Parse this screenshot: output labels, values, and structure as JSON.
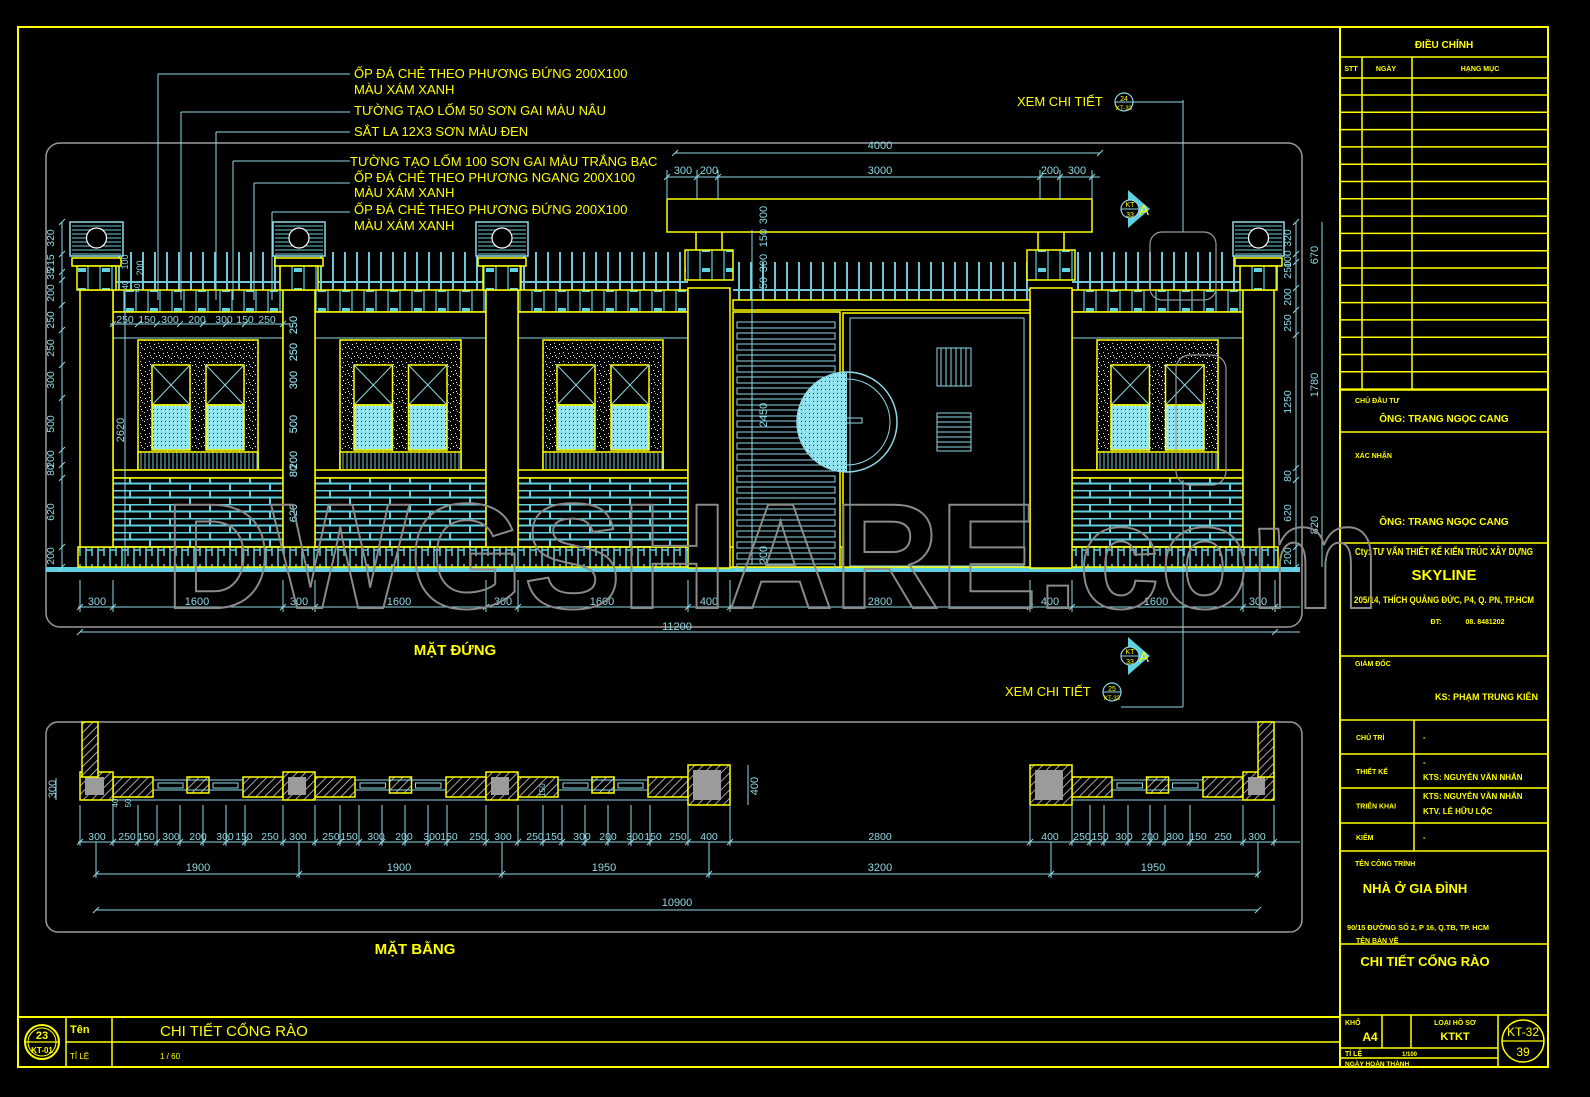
{
  "colors": {
    "background": "#000000",
    "frame": "#ffff00",
    "dimension": "#8fd9e6",
    "fill_cyan": "#5fd0e0",
    "outline_gray": "#9a9a9a"
  },
  "watermark": "DWGSHARE.com",
  "annotations": [
    "ỐP ĐÁ CHẺ THEO PHƯƠNG ĐỨNG 200X100",
    "MÀU XÁM XANH",
    "TƯỜNG TẠO LỐM 50 SƠN GAI MÀU NÂU",
    "SẮT LA 12X3 SƠN MÀU ĐEN",
    "TƯỜNG TẠO LỐM 100 SƠN GAI MÀU TRẮNG BẠC",
    "ỐP ĐÁ CHẺ THEO PHƯƠNG NGANG 200X100",
    "MÀU XÁM XANH",
    "ỐP ĐÁ CHẺ THEO PHƯƠNG ĐỨNG 200X100",
    "MÀU XÁM XANH"
  ],
  "callouts": [
    {
      "label": "XEM CHI TIẾT",
      "num": "24",
      "sheet": "KT-33"
    },
    {
      "label": "XEM CHI TIẾT",
      "num": "25",
      "sheet": "KT-33"
    }
  ],
  "section_marker": {
    "top": "KT",
    "bottom": "33",
    "letter": "A"
  },
  "elevation": {
    "title": "MẶT ĐỨNG",
    "gate_total": "4000",
    "gate_top_dims": [
      "300",
      "200",
      "3000",
      "200",
      "300"
    ],
    "gate_vertical_dims": [
      "300",
      "150",
      "300",
      "50",
      "2450",
      "200"
    ],
    "left_vertical_dims": [
      "320",
      "215",
      "35",
      "200",
      "250",
      "250",
      "300",
      "500",
      "200",
      "80",
      "620",
      "200"
    ],
    "left_overall": "2620",
    "left_small_dims": [
      "100",
      "200",
      "40",
      "40"
    ],
    "inner_vertical_dims": [
      "250",
      "250",
      "300",
      "500",
      "200",
      "80",
      "620"
    ],
    "panel_dims": [
      "250",
      "150",
      "300",
      "200",
      "300",
      "150",
      "250"
    ],
    "right_vertical_dims": [
      "320",
      "100",
      "250",
      "200",
      "250",
      "1250",
      "80",
      "620",
      "200"
    ],
    "right_overall_dims": [
      "670",
      "1780",
      "820"
    ],
    "bottom_dims": [
      "300",
      "1600",
      "300",
      "1600",
      "300",
      "1600",
      "400",
      "2800",
      "400",
      "1600",
      "300"
    ],
    "total": "11200"
  },
  "plan": {
    "title": "MẶT BẰNG",
    "depth_dims": [
      "300",
      "400"
    ],
    "small_dims": [
      "40",
      "50",
      "150"
    ],
    "segment_dims": [
      "300",
      "250",
      "150",
      "300",
      "200",
      "300",
      "150",
      "250",
      "300",
      "250",
      "150",
      "300",
      "200",
      "300",
      "150",
      "250",
      "300",
      "250",
      "150",
      "300",
      "200",
      "300",
      "150",
      "250",
      "400",
      "2800",
      "400",
      "250",
      "150",
      "300",
      "200",
      "300",
      "150",
      "250",
      "300"
    ],
    "axis_dims": [
      "1900",
      "1900",
      "1950",
      "3200",
      "1950"
    ],
    "total": "10900"
  },
  "title_block": {
    "revision_header": "ĐIỀU CHỈNH",
    "revision_cols": [
      "STT",
      "NGÀY",
      "HẠNG MỤC"
    ],
    "investor_label": "CHỦ ĐẦU TƯ",
    "investor_name": "ÔNG: TRANG NGỌC CANG",
    "confirm_label": "XÁC NHẬN",
    "confirm_name": "ÔNG: TRANG NGỌC CANG",
    "company_line": "Cty: TƯ VẤN THIẾT KẾ KIẾN TRÚC XÂY DỰNG",
    "company_name": "SKYLINE",
    "company_address": "205/14, THÍCH QUẢNG ĐỨC, P4, Q. PN, TP.HCM",
    "company_phone_label": "ĐT:",
    "company_phone": "08. 8481202",
    "director_label": "GIÁM ĐỐC",
    "director_name": "KS: PHẠM TRUNG KIÊN",
    "roles": [
      {
        "label": "CHỦ TRÌ",
        "lines": [
          "-"
        ]
      },
      {
        "label": "THIẾT KẾ",
        "lines": [
          "-",
          "KTS: NGUYỄN VĂN NHẪN"
        ]
      },
      {
        "label": "TRIỂN KHAI",
        "lines": [
          "KTS: NGUYỄN VĂN NHẪN",
          "KTV. LÊ HỮU LỘC"
        ]
      },
      {
        "label": "KIỂM",
        "lines": [
          "-"
        ]
      }
    ],
    "project_label": "TÊN CÔNG TRÌNH",
    "project_name": "NHÀ Ở GIA ĐÌNH",
    "project_address": "90/15 ĐƯỜNG SỐ 2, P 16, Q.TB, TP. HCM",
    "drawing_label": "TÊN BẢN VẼ",
    "drawing_name": "CHI TIẾT CỔNG RÀO",
    "size_label": "KHỔ",
    "size": "A4",
    "type_label": "LOẠI HỒ SƠ",
    "type": "KTKT",
    "scale_label": "TỈ LỆ",
    "scale": "1/100",
    "date_label": "NGÀY HOÀN THÀNH",
    "sheet_code": "KT-32",
    "sheet_no": "39"
  },
  "bottom_strip": {
    "ref_num": "23",
    "ref_sheet": "KT-01",
    "name_label": "Tên",
    "name": "CHI TIẾT CỔNG RÀO",
    "scale_label": "TỈ LỆ",
    "scale": "1 / 60"
  }
}
